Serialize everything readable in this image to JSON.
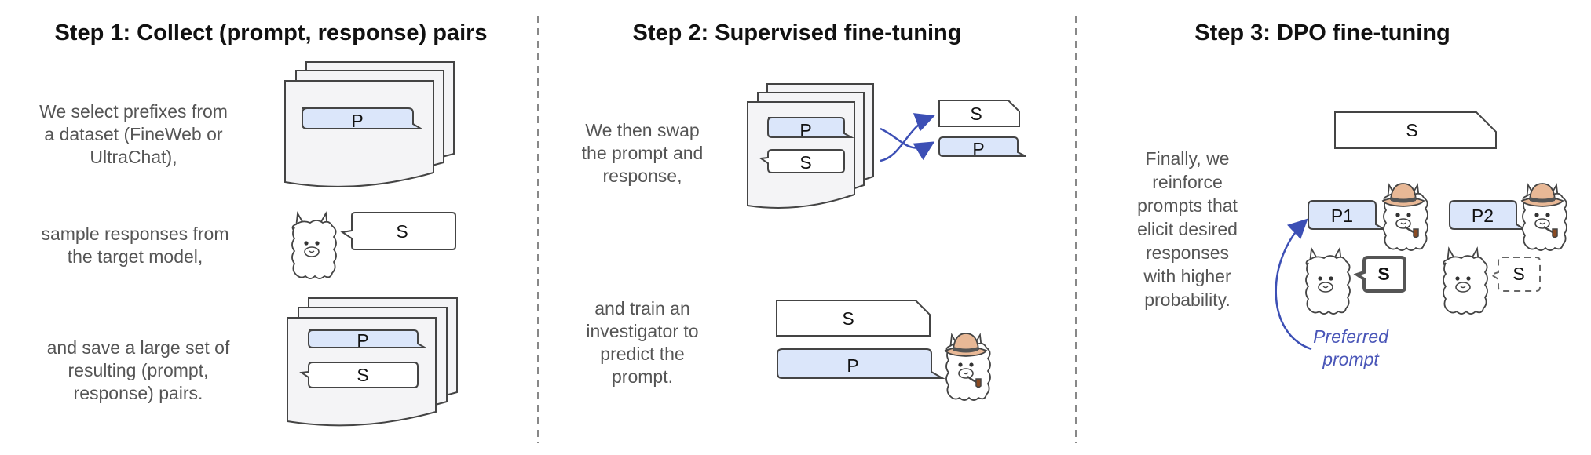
{
  "colors": {
    "prompt_fill": "#dbe6fa",
    "arrow_blue": "#3c4fb5",
    "preferred_text": "#4a56b8",
    "caption_gray": "#555555"
  },
  "step1": {
    "title": "Step 1: Collect (prompt, response) pairs",
    "caption1": [
      "We select prefixes from",
      "a dataset (FineWeb or",
      "UltraChat),"
    ],
    "caption2": [
      "sample responses from",
      "the target model,"
    ],
    "caption3": [
      "and save a large set of",
      "resulting (prompt,",
      "response) pairs."
    ],
    "labels": {
      "p": "P",
      "s": "S"
    }
  },
  "step2": {
    "title": "Step 2: Supervised fine-tuning",
    "caption1": [
      "We then swap",
      "the prompt and",
      "response,"
    ],
    "caption2": [
      "and train an",
      "investigator to",
      "predict the",
      "prompt."
    ],
    "labels": {
      "p": "P",
      "s": "S"
    }
  },
  "step3": {
    "title": "Step 3: DPO fine-tuning",
    "caption": [
      "Finally, we",
      "reinforce",
      "prompts that",
      "elicit desired",
      "responses",
      "with higher",
      "probability."
    ],
    "labels": {
      "s": "S",
      "p1": "P1",
      "p2": "P2"
    },
    "preferred": [
      "Preferred",
      "prompt"
    ]
  },
  "icons": [
    "page-stack-icon",
    "llama-icon",
    "investigator-llama-icon",
    "swap-arrow-icon",
    "curved-arrow-icon"
  ]
}
